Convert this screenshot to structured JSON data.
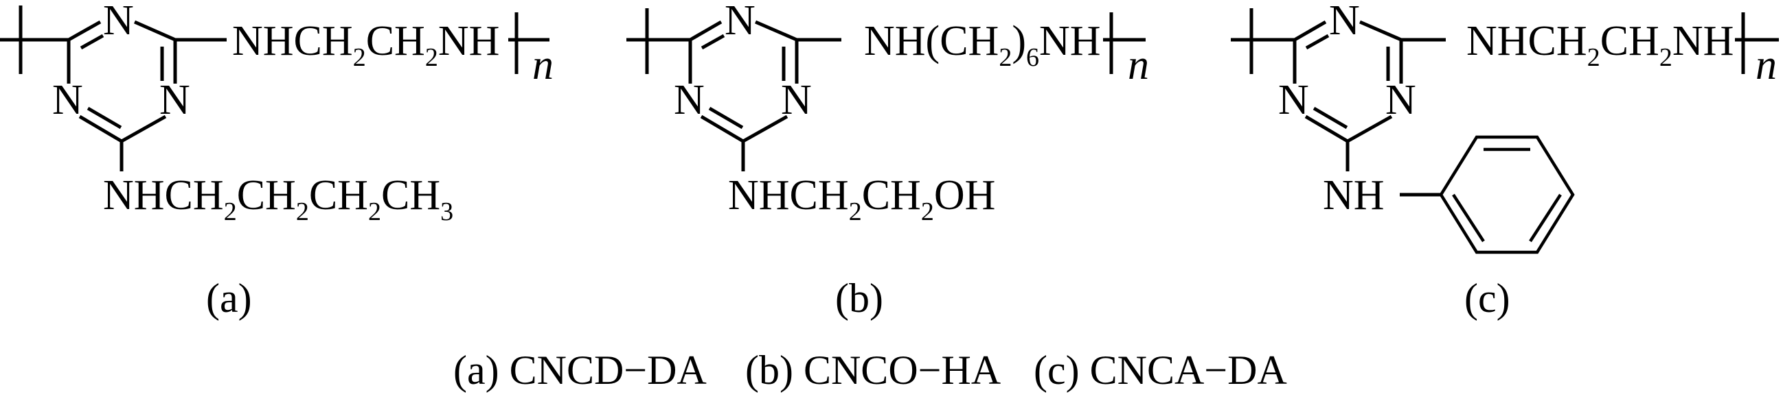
{
  "structures": [
    {
      "label": "(a)",
      "ring_atoms": [
        "N",
        "N",
        "N"
      ],
      "chain": {
        "pre": "NHCH",
        "s1": "2",
        "mid": "CH",
        "s2": "2",
        "post": "NH"
      },
      "repeat_index": "n",
      "substituent": {
        "p1": "NHCH",
        "s1": "2",
        "p2": "CH",
        "s2": "2",
        "p3": "CH",
        "s3": "2",
        "p4": "CH",
        "s4": "3"
      }
    },
    {
      "label": "(b)",
      "ring_atoms": [
        "N",
        "N",
        "N"
      ],
      "chain": {
        "pre": "NH(CH",
        "s1": "2",
        "post": ")",
        "s2": "6",
        "end": "NH"
      },
      "repeat_index": "n",
      "substituent": {
        "p1": "NHCH",
        "s1": "2",
        "p2": "CH",
        "s2": "2",
        "p3": "OH"
      }
    },
    {
      "label": "(c)",
      "ring_atoms": [
        "N",
        "N",
        "N"
      ],
      "chain": {
        "pre": "NHCH",
        "s1": "2",
        "mid": "CH",
        "s2": "2",
        "post": "NH"
      },
      "repeat_index": "n",
      "substituent": {
        "text": "NH"
      }
    }
  ],
  "caption": {
    "a": "(a) CNCD−DA",
    "b": "(b) CNCO−HA",
    "c": "(c) CNCA−DA"
  }
}
